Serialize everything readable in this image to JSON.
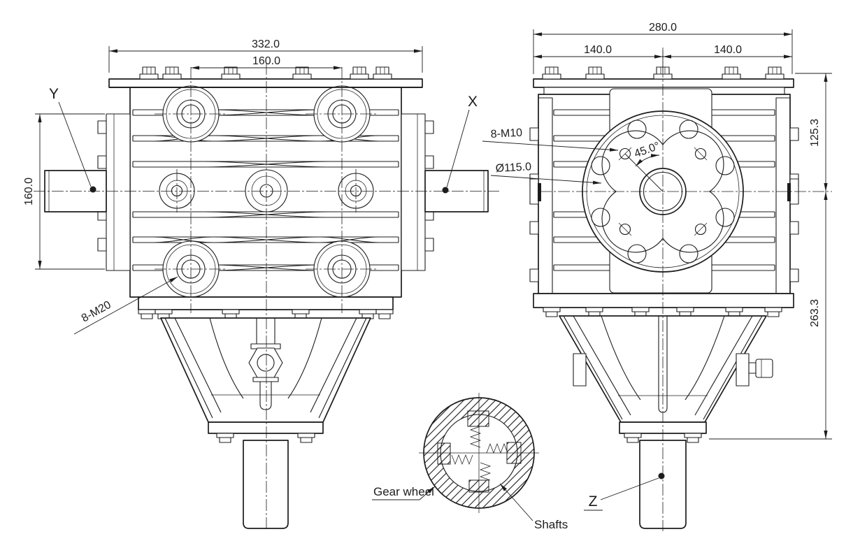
{
  "drawing": {
    "background": "#ffffff",
    "line_color": "#1c1c1c",
    "front_view": {
      "dim_overall_width": "332.0",
      "dim_hole_spacing_horizontal": "160.0",
      "dim_hole_spacing_vertical": "160.0",
      "axis_label_left": "Y",
      "axis_label_right": "X",
      "thread_note_corner_holes": "8-M20"
    },
    "side_view": {
      "dim_overall_width": "280.0",
      "dim_half_width_left": "140.0",
      "dim_half_width_right": "140.0",
      "dim_top_to_axis": "125.3",
      "dim_axis_to_base": "263.3",
      "thread_note_flange_holes": "8-M10",
      "dim_bolt_circle_diameter": "Ø115.0",
      "dim_hole_angle": "45.0°",
      "axis_label_bottom": "Z"
    },
    "detail_view": {
      "label_gear_wheel": "Gear wheel",
      "label_shafts": "Shafts"
    }
  }
}
